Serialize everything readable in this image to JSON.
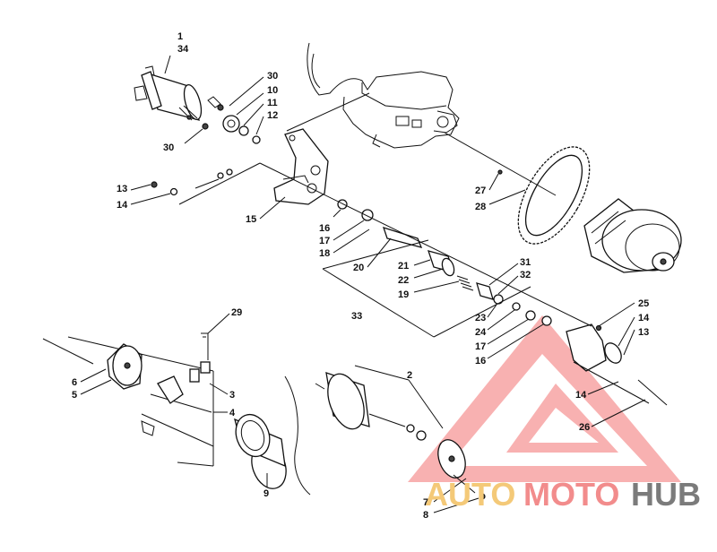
{
  "labels": {
    "l1": "1",
    "l34": "34",
    "l30a": "30",
    "l10": "10",
    "l11": "11",
    "l12": "12",
    "l30b": "30",
    "l13a": "13",
    "l14a": "14",
    "l15": "15",
    "l27": "27",
    "l28": "28",
    "l16a": "16",
    "l17a": "17",
    "l18": "18",
    "l20": "20",
    "l21": "21",
    "l22": "22",
    "l19": "19",
    "l31": "31",
    "l32": "32",
    "l33": "33",
    "l23": "23",
    "l24": "24",
    "l17b": "17",
    "l16b": "16",
    "l25": "25",
    "l14b": "14",
    "l13b": "13",
    "l29": "29",
    "l6": "6",
    "l5": "5",
    "l3": "3",
    "l4": "4",
    "l2": "2",
    "l14c": "14",
    "l26": "26",
    "l9": "9",
    "l7": "7",
    "l8": "8"
  },
  "watermark": {
    "part1": "AUTO",
    "part2": "MOTO",
    "part3": "HUB"
  }
}
